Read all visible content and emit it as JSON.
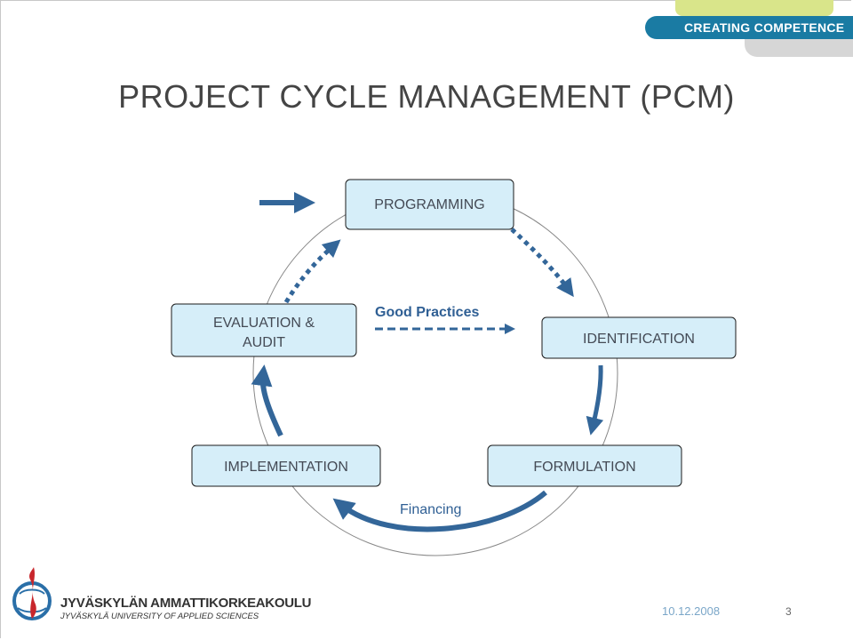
{
  "header": {
    "brand_label": "CREATING COMPETENCE",
    "colors": {
      "yellow": "#d9e58a",
      "blue": "#1a7ba3",
      "gray": "#d6d6d6"
    }
  },
  "slide": {
    "title": "PROJECT CYCLE MANAGEMENT (PCM)"
  },
  "diagram": {
    "stages": {
      "programming": "PROGRAMMING",
      "identification": "IDENTIFICATION",
      "formulation": "FORMULATION",
      "implementation": "IMPLEMENTATION",
      "evaluation_line1": "EVALUATION &",
      "evaluation_line2": "AUDIT"
    },
    "labels": {
      "good_practices": "Good Practices",
      "financing": "Financing"
    },
    "colors": {
      "box_fill": "#d6eef9",
      "arrow": "#336699",
      "circle": "#888888"
    }
  },
  "footer": {
    "org_name_fi": "JYVÄSKYLÄN AMMATTIKORKEAKOULU",
    "org_name_en": "JYVÄSKYLÄ UNIVERSITY OF APPLIED SCIENCES",
    "date": "10.12.2008",
    "page_number": "3"
  }
}
